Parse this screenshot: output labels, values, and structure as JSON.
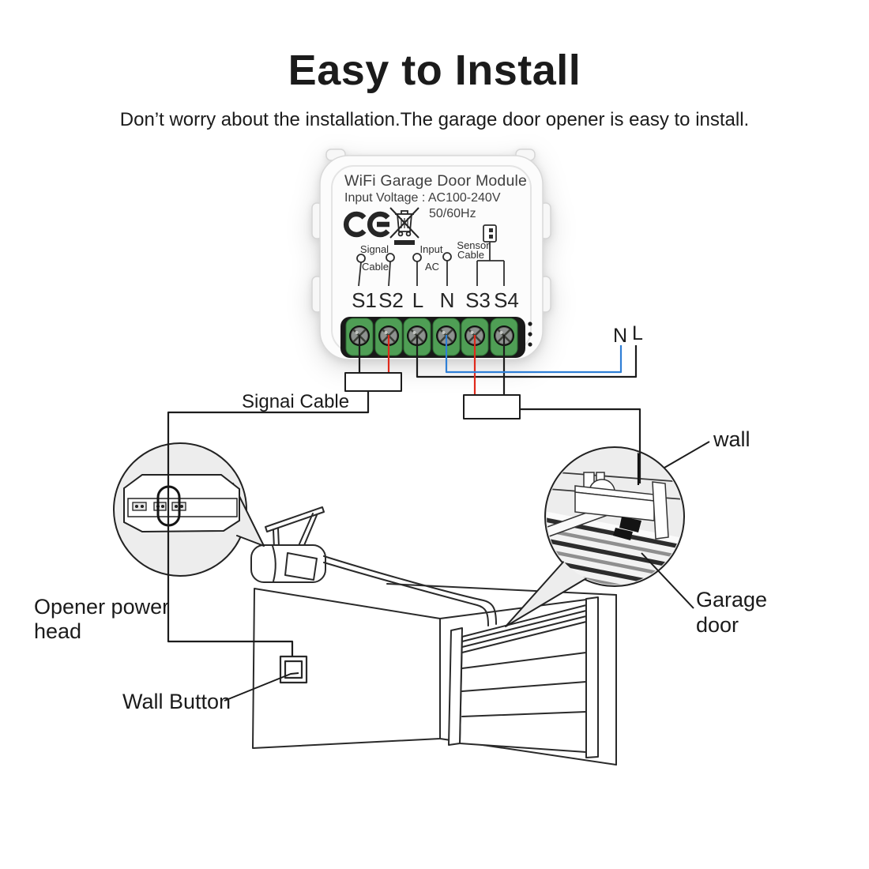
{
  "page": {
    "title": "Easy to Install",
    "subtitle": "Don’t worry about the installation.The garage door opener is easy to install."
  },
  "module": {
    "name": "WiFi Garage Door Module",
    "voltage": "Input Voltage : AC100-240V",
    "frequency": "50/60Hz",
    "icons": {
      "ce": "CE certification mark",
      "weee": "crossed-out wheelie bin",
      "sensor_connector": "sensor plug connector"
    },
    "ports": {
      "signal": {
        "l1": "Signal",
        "l2": "Cable"
      },
      "input": {
        "l1": "Input",
        "l2": "AC"
      },
      "sensor": {
        "l1": "Sensor",
        "l2": "Cable"
      }
    },
    "terminals": [
      "S1",
      "S2",
      "L",
      "N",
      "S3",
      "S4"
    ]
  },
  "wiring": {
    "signal_cable": "Signai Cable",
    "neutral": "N",
    "live": "L",
    "colors": {
      "black": "#1c1c1c",
      "red": "#e02a1c",
      "blue": "#2f7fd6"
    }
  },
  "labels": {
    "wall": "wall",
    "garage_door": "Garage door",
    "opener_power_head": "Opener power head",
    "wall_button": "Wall Button"
  },
  "colors": {
    "terminal_green": "#4f9e55",
    "callout_fill": "#ededed",
    "line": "#2a2a2a"
  }
}
